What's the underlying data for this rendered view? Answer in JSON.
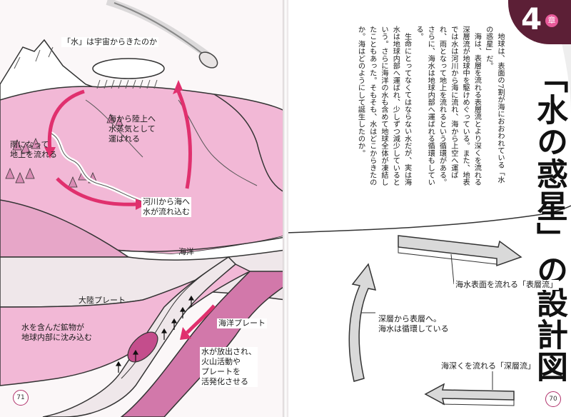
{
  "right_page": {
    "chapter_number": "4",
    "chapter_suffix": "章",
    "title": "「水の惑星」の設計図",
    "body": [
      "地球は、表面の7割が海におおわれている「水の惑星」だ。",
      "海は、表層を流れる表層流とより深くを流れる深層流が地球中を駆けめぐっている。また、地表では水は河川から海に流れ、海から上空へ運ばれ、雨となって地上を流れるという循環がある。さらに、海水は地球内部へ運ばれる循環もしている。",
      "生命にとってなくてはならない水だが、実は海水は地球内部へ運ばれ、少しずつ減少しているという。さらに海洋の水も含めて地球全体が凍結したこともあった。そもそも、水はどこからきたのか。海はどのようにして誕生したのか。"
    ],
    "labels": {
      "surface_current": "海水表面を流れる「表層流」",
      "circulation": [
        "深層から表層へ。",
        "海水は循環している"
      ],
      "deep_current": "海深くを流れる「深層流」"
    },
    "page_number": "70"
  },
  "left_page": {
    "labels": {
      "from_space": "「水」は宇宙からきたのか",
      "rain": [
        "雨になって",
        "地上を流れる"
      ],
      "vapor": [
        "海から陸上へ",
        "水蒸気として",
        "運ばれる"
      ],
      "river": [
        "河川から海へ",
        "水が流れ込む"
      ],
      "ocean": "海洋",
      "continental_plate": "大陸プレート",
      "ocean_plate": "海洋プレート",
      "minerals": [
        "水を含んだ鉱物が",
        "地球内部に沈み込む"
      ],
      "release": [
        "水が放出され、",
        "火山活動や",
        "プレートを",
        "活発化させる"
      ]
    },
    "page_number": "71"
  },
  "colors": {
    "pink_land": "#f2b8d6",
    "pink_deep": "#e46aa8",
    "arrow": "#e0306e",
    "badge": "#5c1f36"
  }
}
